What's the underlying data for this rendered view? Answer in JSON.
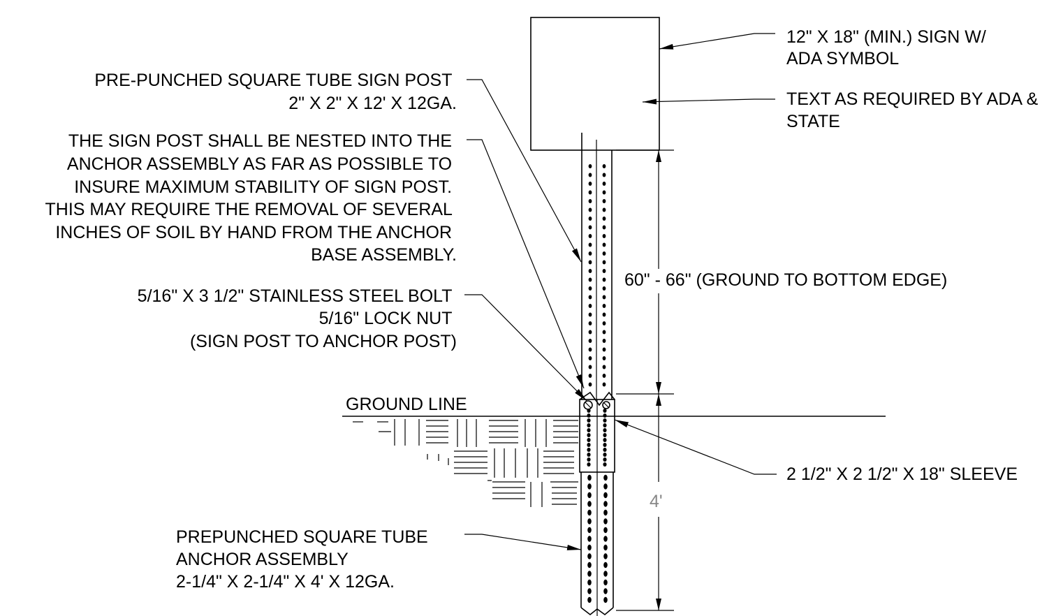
{
  "labels": {
    "sign": [
      "12\" X 18\" (MIN.) SIGN W/",
      "ADA SYMBOL"
    ],
    "text_req": [
      "TEXT AS REQUIRED BY ADA &",
      "STATE"
    ],
    "post": [
      "PRE-PUNCHED SQUARE TUBE SIGN POST",
      "2\" X 2\" X 12' X 12GA."
    ],
    "nested": [
      "THE SIGN POST SHALL BE NESTED INTO THE",
      "ANCHOR ASSEMBLY AS FAR AS POSSIBLE TO",
      "INSURE MAXIMUM STABILITY OF SIGN POST.",
      "THIS MAY REQUIRE THE REMOVAL OF SEVERAL",
      "INCHES OF SOIL BY HAND FROM THE ANCHOR",
      "BASE ASSEMBLY."
    ],
    "bolt": [
      "5/16\" X 3 1/2\" STAINLESS STEEL BOLT",
      "5/16\" LOCK NUT",
      "(SIGN POST TO ANCHOR POST)"
    ],
    "height_dim": "60\" - 66\" (GROUND TO BOTTOM EDGE)",
    "ground": "GROUND LINE",
    "sleeve": "2 1/2\" X 2 1/2\" X 18\" SLEEVE",
    "depth_dim": "4'",
    "anchor": [
      "PREPUNCHED SQUARE TUBE",
      "ANCHOR ASSEMBLY",
      "2-1/4\" X 2-1/4\" X 4' X 12GA."
    ]
  }
}
